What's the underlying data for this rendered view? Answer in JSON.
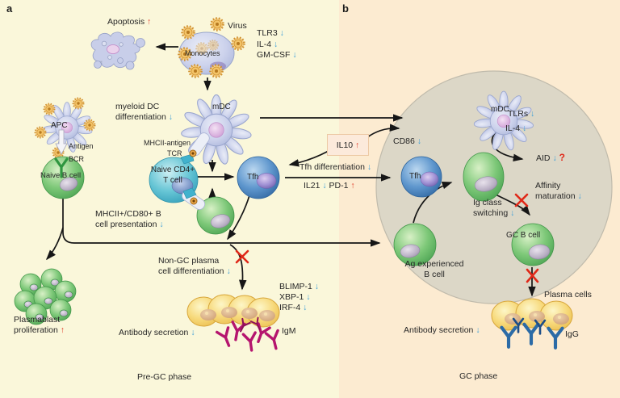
{
  "colors": {
    "up_arrow": "#e03a28",
    "down_arrow": "#3d9fd8",
    "panel_a_bg": "#faf7da",
    "panel_b_bg": "#fcebd1",
    "gc_circle": "#dcd7c7",
    "red_x": "#e02818",
    "igm_antibody": "#b5156e",
    "igg_antibody": "#2c6ba6"
  },
  "panel_a": {
    "letter": "a",
    "phase": "Pre-GC phase",
    "apoptosis": {
      "text": "Apoptosis",
      "arrow": "↑"
    },
    "virus_label": "Virus",
    "monocytes_label": "Monocytes",
    "cytokines": [
      {
        "text": "TLR3",
        "arrow": "↓"
      },
      {
        "text": "IL-4",
        "arrow": "↓"
      },
      {
        "text": "GM-CSF",
        "arrow": "↓"
      }
    ],
    "myeloid_dc": {
      "line1": "myeloid DC",
      "line2": "differentiation",
      "arrow": "↓"
    },
    "mdc_label": "mDC",
    "mhcii_antigen_label": "MHCII-antigen",
    "tcr_label": "TCR",
    "naive_cd4": {
      "line1": "Naive CD4+",
      "line2": "T cell"
    },
    "tfh_label": "Tfh",
    "il10": {
      "text": "IL10",
      "arrow": "↑"
    },
    "tfh_differentiation": {
      "text": "Tfh differentiation",
      "arrow": "↓"
    },
    "il21_pd1": {
      "text1": "IL21",
      "arrow1": "↓",
      "text2": "PD-1",
      "arrow2": "↑"
    },
    "apc_label": "APC",
    "antigen_label": "Antigen",
    "bcr_label": "BCR",
    "naive_b_label": "Naive B cell",
    "mhcii_cd80": {
      "line1": "MHCII+/CD80+ B",
      "line2": "cell presentation",
      "arrow": "↓"
    },
    "plasmablast": {
      "line1": "Plasmablast",
      "line2": "proliferation",
      "arrow": "↑"
    },
    "non_gc": {
      "line1": "Non-GC plasma",
      "line2": "cell differentiation",
      "arrow": "↓"
    },
    "factors": [
      {
        "text": "BLIMP-1",
        "arrow": "↓"
      },
      {
        "text": "XBP-1",
        "arrow": "↓"
      },
      {
        "text": "IRF-4",
        "arrow": "↓"
      }
    ],
    "antibody_secretion": {
      "text": "Antibody secretion",
      "arrow": "↓"
    },
    "igm_label": "IgM"
  },
  "panel_b": {
    "letter": "b",
    "phase": "GC phase",
    "mdc_label": "mDC",
    "tlrs": {
      "text": "TLRs",
      "arrow": "↓"
    },
    "il4": {
      "text": "IL-4",
      "arrow": "↓"
    },
    "cd86": {
      "text": "CD86",
      "arrow": "↓"
    },
    "aid": {
      "text": "AID",
      "arrow": "↓",
      "question": "?"
    },
    "tfh_label": "Tfh",
    "affinity": {
      "line1": "Affinity",
      "line2": "maturation",
      "arrow": "↓"
    },
    "ig_class": {
      "line1": "Ig class",
      "line2": "switching",
      "arrow": "↓"
    },
    "gc_b_label": "GC B cell",
    "ag_experienced": {
      "line1": "Ag experienced",
      "line2": "B cell"
    },
    "plasma_cells_label": "Plasma cells",
    "antibody_secretion": {
      "text": "Antibody secretion",
      "arrow": "↓"
    },
    "igg_label": "IgG"
  }
}
